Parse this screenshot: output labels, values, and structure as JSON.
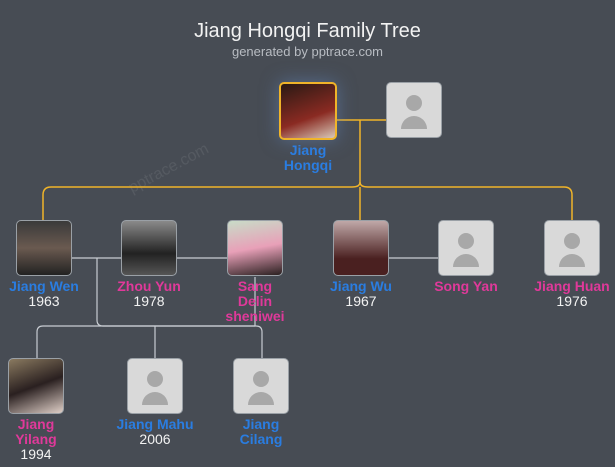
{
  "header": {
    "title": "Jiang Hongqi Family Tree",
    "subtitle": "generated by pptrace.com",
    "watermark": "pptrace.com"
  },
  "colors": {
    "background": "#474c54",
    "male": "#2a7de1",
    "female": "#e0399a",
    "lineage": "#f0b429",
    "spouse_line": "#c8ccd2"
  },
  "people": [
    {
      "name": "Jiang Hongqi",
      "year": "",
      "gender": "male",
      "photo": true,
      "focus": true
    },
    {
      "name": "",
      "year": "",
      "gender": "female",
      "photo": false
    },
    {
      "name": "Jiang Wen",
      "year": "1963",
      "gender": "male",
      "photo": true
    },
    {
      "name": "Zhou Yun",
      "year": "1978",
      "gender": "female",
      "photo": true
    },
    {
      "name": "Sang Delin sheniwei",
      "year": "",
      "gender": "female",
      "photo": true
    },
    {
      "name": "Jiang Wu",
      "year": "1967",
      "gender": "male",
      "photo": true
    },
    {
      "name": "Song Yan",
      "year": "",
      "gender": "female",
      "photo": false
    },
    {
      "name": "Jiang Huan",
      "year": "1976",
      "gender": "female",
      "photo": false
    },
    {
      "name": "Jiang Yilang",
      "year": "1994",
      "gender": "female",
      "photo": true
    },
    {
      "name": "Jiang Mahu",
      "year": "2006",
      "gender": "male",
      "photo": false
    },
    {
      "name": "Jiang Cilang",
      "year": "",
      "gender": "male",
      "photo": false
    }
  ]
}
